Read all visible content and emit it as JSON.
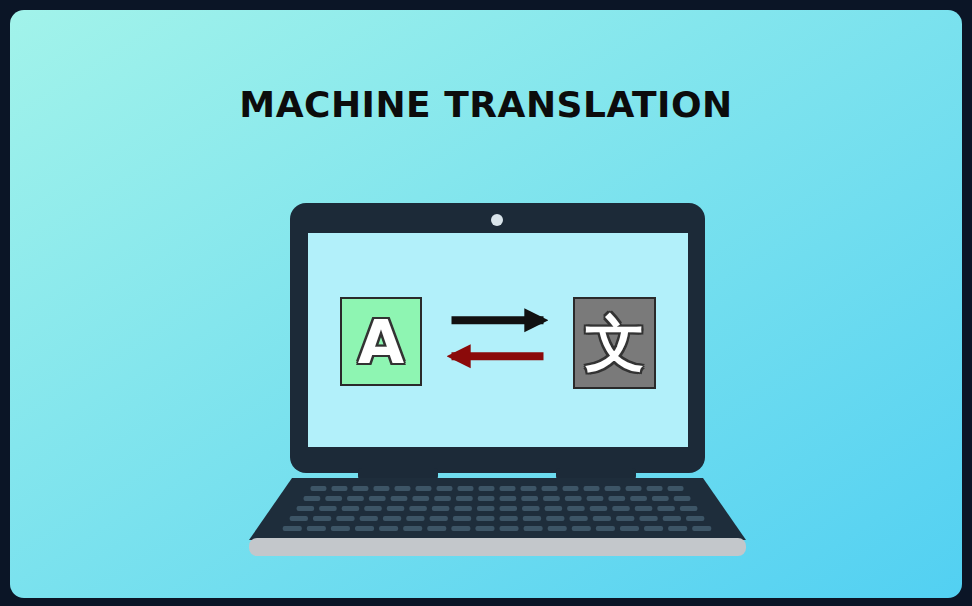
{
  "diagram": {
    "title": "MACHINE TRANSLATION",
    "nodes": [
      {
        "text": [
          "A"
        ]
      },
      {
        "text": [
          "文"
        ]
      }
    ],
    "edges": [
      {
        "from": 0,
        "to": 1,
        "arrow": "to"
      },
      {
        "from": 1,
        "to": 0,
        "arrow": "to"
      }
    ]
  }
}
